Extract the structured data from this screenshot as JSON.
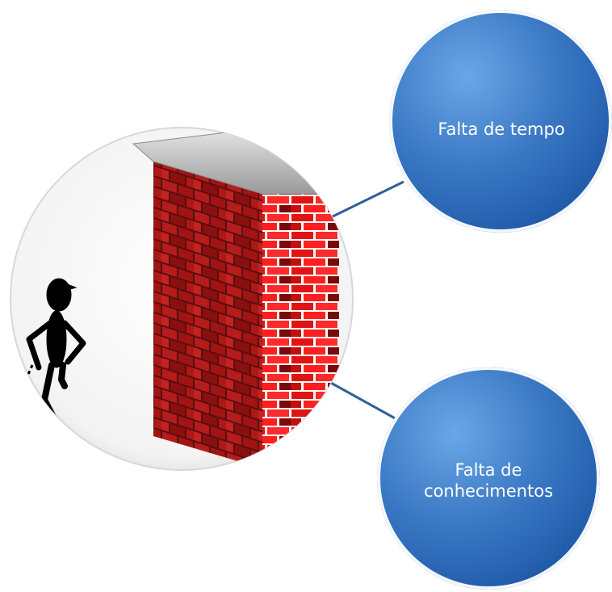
{
  "diagram": {
    "nodes": [
      {
        "id": "top",
        "label": "Falta de tempo"
      },
      {
        "id": "bottom",
        "label": "Falta de\nconhecimentos"
      }
    ],
    "image_subject": "figure facing a brick wall",
    "colors": {
      "bubble_fill_light": "#4f8fd4",
      "bubble_fill_dark": "#1f5aa8",
      "connector": "#2e5f9a",
      "brick_red": "#cc1f1f",
      "mortar": "#f3f3f3"
    }
  }
}
